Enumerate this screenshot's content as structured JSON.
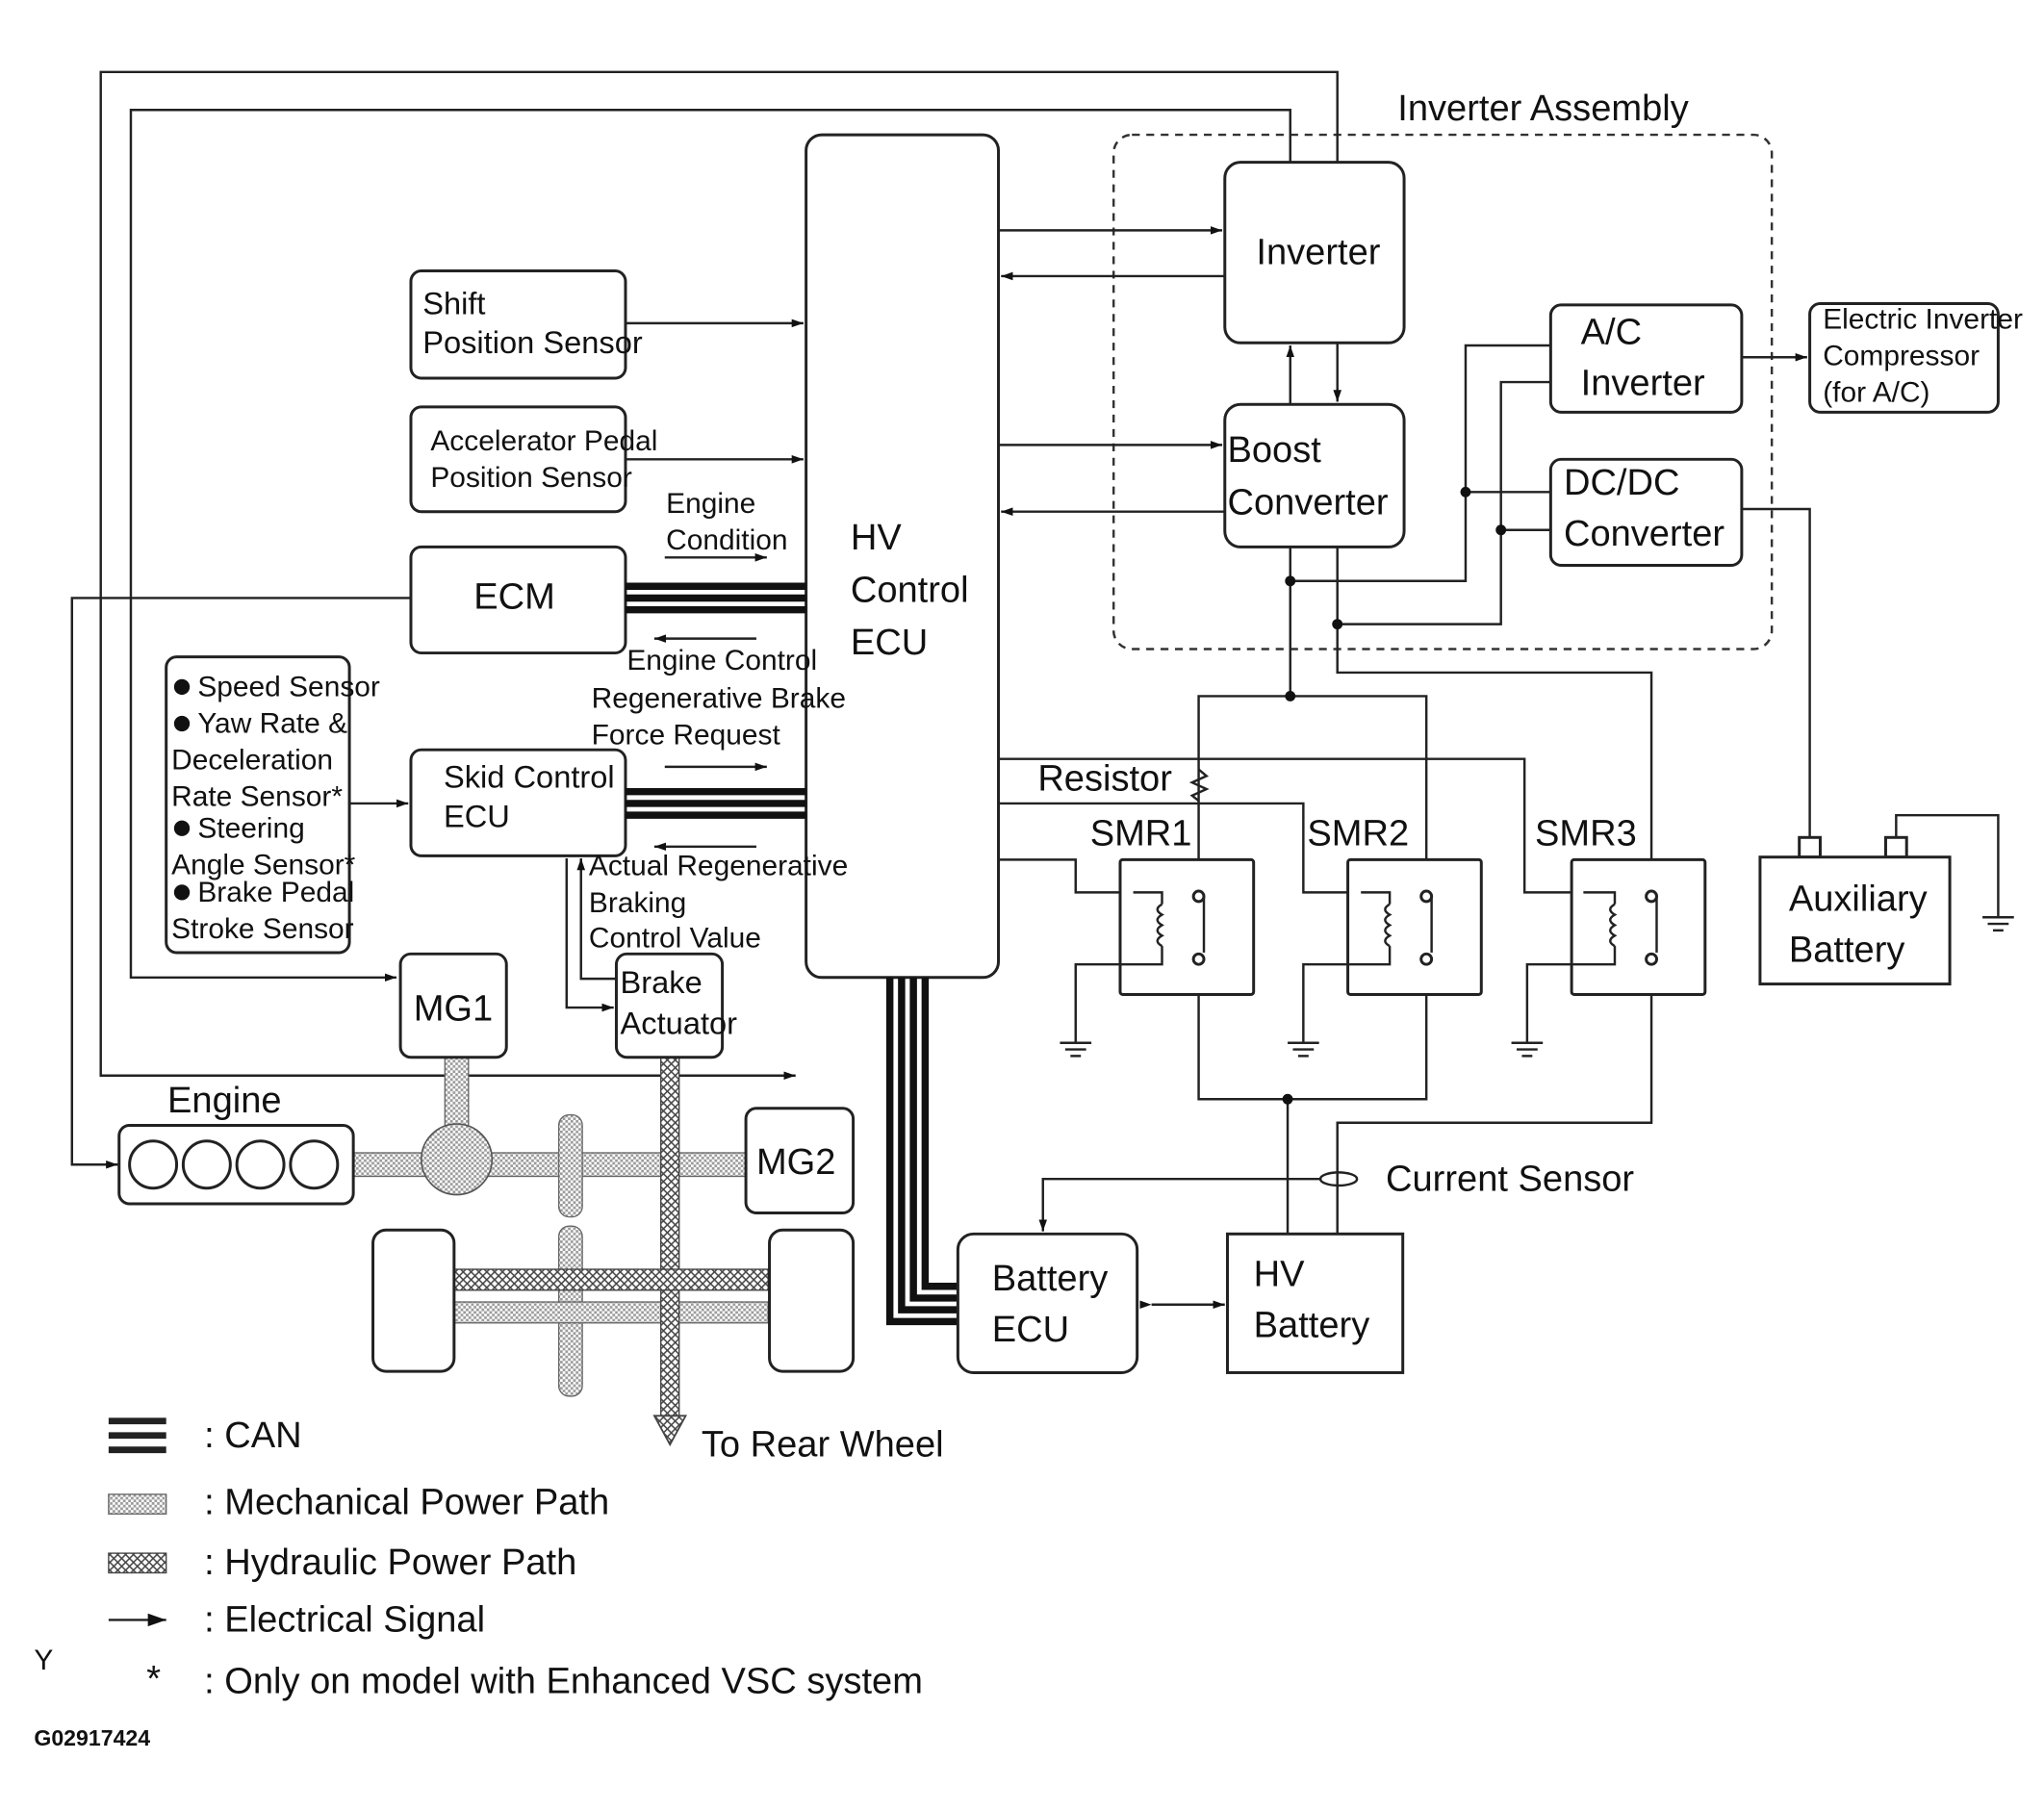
{
  "labels": {
    "inverter_assembly": "Inverter Assembly",
    "inverter": "Inverter",
    "ac_inverter_1": "A/C",
    "ac_inverter_2": "Inverter",
    "electric_comp_1": "Electric Inverter",
    "electric_comp_2": "Compressor",
    "electric_comp_3": "(for A/C)",
    "boost_1": "Boost",
    "boost_2": "Converter",
    "dcdc_1": "DC/DC",
    "dcdc_2": "Converter",
    "shift_1": "Shift",
    "shift_2": "Position Sensor",
    "accel_1": "Accelerator Pedal",
    "accel_2": "Position Sensor",
    "engine_condition_1": "Engine",
    "engine_condition_2": "Condition",
    "hv_1": "HV",
    "hv_2": "Control",
    "hv_3": "ECU",
    "ecm": "ECM",
    "engine_control": "Engine Control",
    "regen_request_1": "Regenerative Brake",
    "regen_request_2": "Force Request",
    "sensors_1": "Speed Sensor",
    "sensors_2": "Yaw Rate &",
    "sensors_3": "Deceleration",
    "sensors_4": "Rate Sensor*",
    "sensors_5": "Steering",
    "sensors_6": "Angle Sensor*",
    "sensors_7": "Brake Pedal",
    "sensors_8": "Stroke Sensor",
    "skid_1": "Skid Control",
    "skid_2": "ECU",
    "actual_regen_1": "Actual Regenerative",
    "actual_regen_2": "Braking",
    "actual_regen_3": "Control Value",
    "resistor": "Resistor",
    "smr1": "SMR1",
    "smr2": "SMR2",
    "smr3": "SMR3",
    "aux_1": "Auxiliary",
    "aux_2": "Battery",
    "brake_act_1": "Brake",
    "brake_act_2": "Actuator",
    "mg1": "MG1",
    "mg2": "MG2",
    "engine": "Engine",
    "current_sensor": "Current Sensor",
    "battery_ecu_1": "Battery",
    "battery_ecu_2": "ECU",
    "hv_battery_1": "HV",
    "hv_battery_2": "Battery",
    "to_rear_wheel": "To Rear Wheel"
  },
  "legend": {
    "can": ": CAN",
    "mechanical": ": Mechanical Power Path",
    "hydraulic": ": Hydraulic Power Path",
    "electrical": ": Electrical Signal",
    "asterisk_symbol": "*",
    "asterisk": ": Only on model with Enhanced VSC system"
  },
  "footer": {
    "y_mark": "Y",
    "figure_id": "G02917424"
  }
}
